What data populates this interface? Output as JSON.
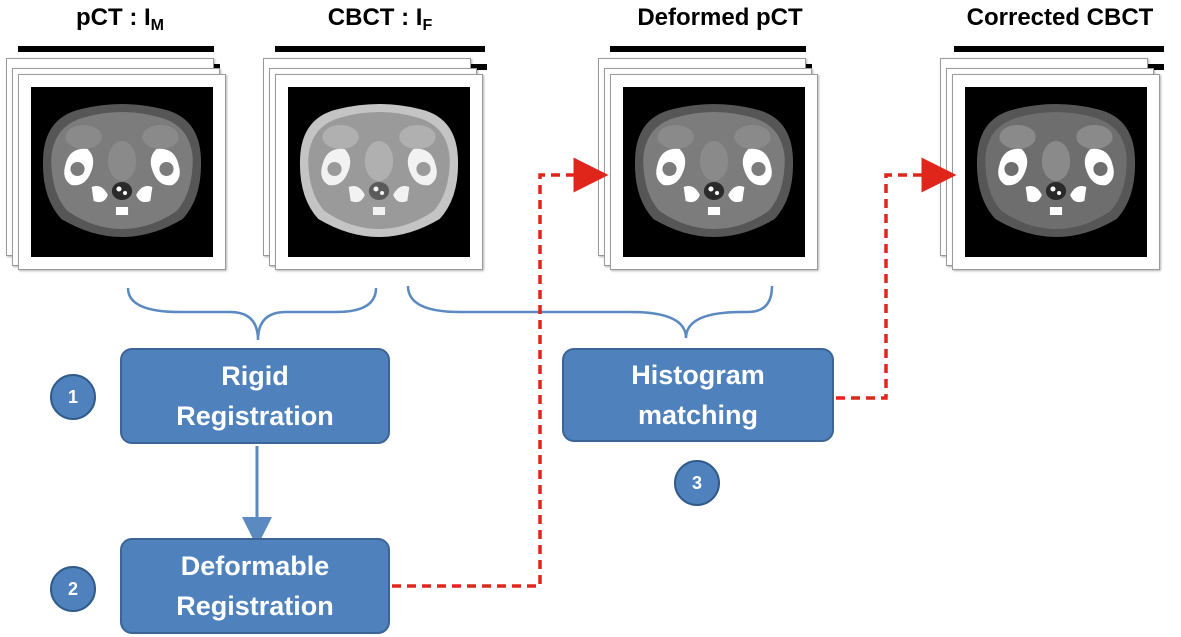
{
  "images": [
    {
      "title": "pCT : I",
      "sub": "M",
      "appearance": "planning-ct"
    },
    {
      "title": "CBCT : I",
      "sub": "F",
      "appearance": "cone-beam-ct"
    },
    {
      "title": "Deformed pCT",
      "sub": "",
      "appearance": "planning-ct"
    },
    {
      "title": "Corrected CBCT",
      "sub": "",
      "appearance": "corrected-cbct"
    }
  ],
  "steps": [
    {
      "number": "1",
      "line1": "Rigid",
      "line2": "Registration"
    },
    {
      "number": "2",
      "line1": "Deformable",
      "line2": "Registration"
    },
    {
      "number": "3",
      "line1": "Histogram",
      "line2": "matching"
    }
  ],
  "colors": {
    "box_fill": "#4f81bd",
    "box_border": "#3c6494",
    "connector_blue": "#5b8ac0",
    "connector_red": "#e0261b"
  }
}
